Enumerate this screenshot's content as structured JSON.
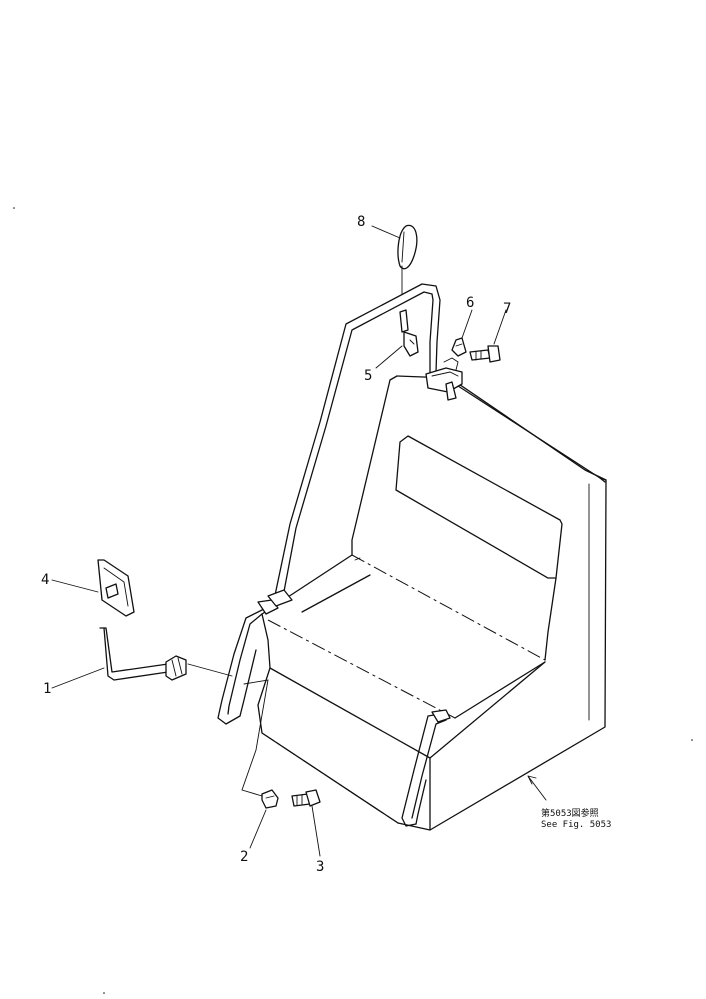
{
  "diagram": {
    "callouts": [
      {
        "id": "1",
        "label": "1"
      },
      {
        "id": "2",
        "label": "2"
      },
      {
        "id": "3",
        "label": "3"
      },
      {
        "id": "4",
        "label": "4"
      },
      {
        "id": "5",
        "label": "5"
      },
      {
        "id": "6",
        "label": "6"
      },
      {
        "id": "7",
        "label": "7"
      },
      {
        "id": "8",
        "label": "8"
      }
    ],
    "reference_note": {
      "line1": "第5053図参照",
      "line2": "See Fig. 5053"
    }
  },
  "colors": {
    "ink": "#111111",
    "background": "#ffffff"
  }
}
